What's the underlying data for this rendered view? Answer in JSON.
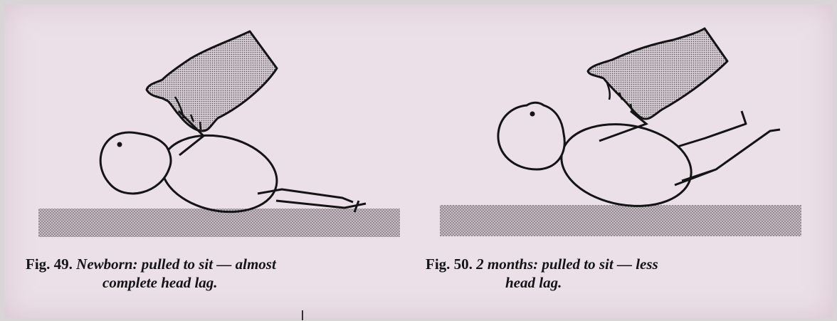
{
  "figures": [
    {
      "number": "Fig. 49.",
      "caption_line1": "Newborn: pulled to sit — almost",
      "caption_line2": "complete head lag."
    },
    {
      "number": "Fig. 50.",
      "caption_line1": "2 months: pulled to sit — less",
      "caption_line2": "head lag."
    }
  ],
  "colors": {
    "paper": "#ece0e8",
    "ink": "#141414",
    "surface_stipple": "#8c8489"
  }
}
